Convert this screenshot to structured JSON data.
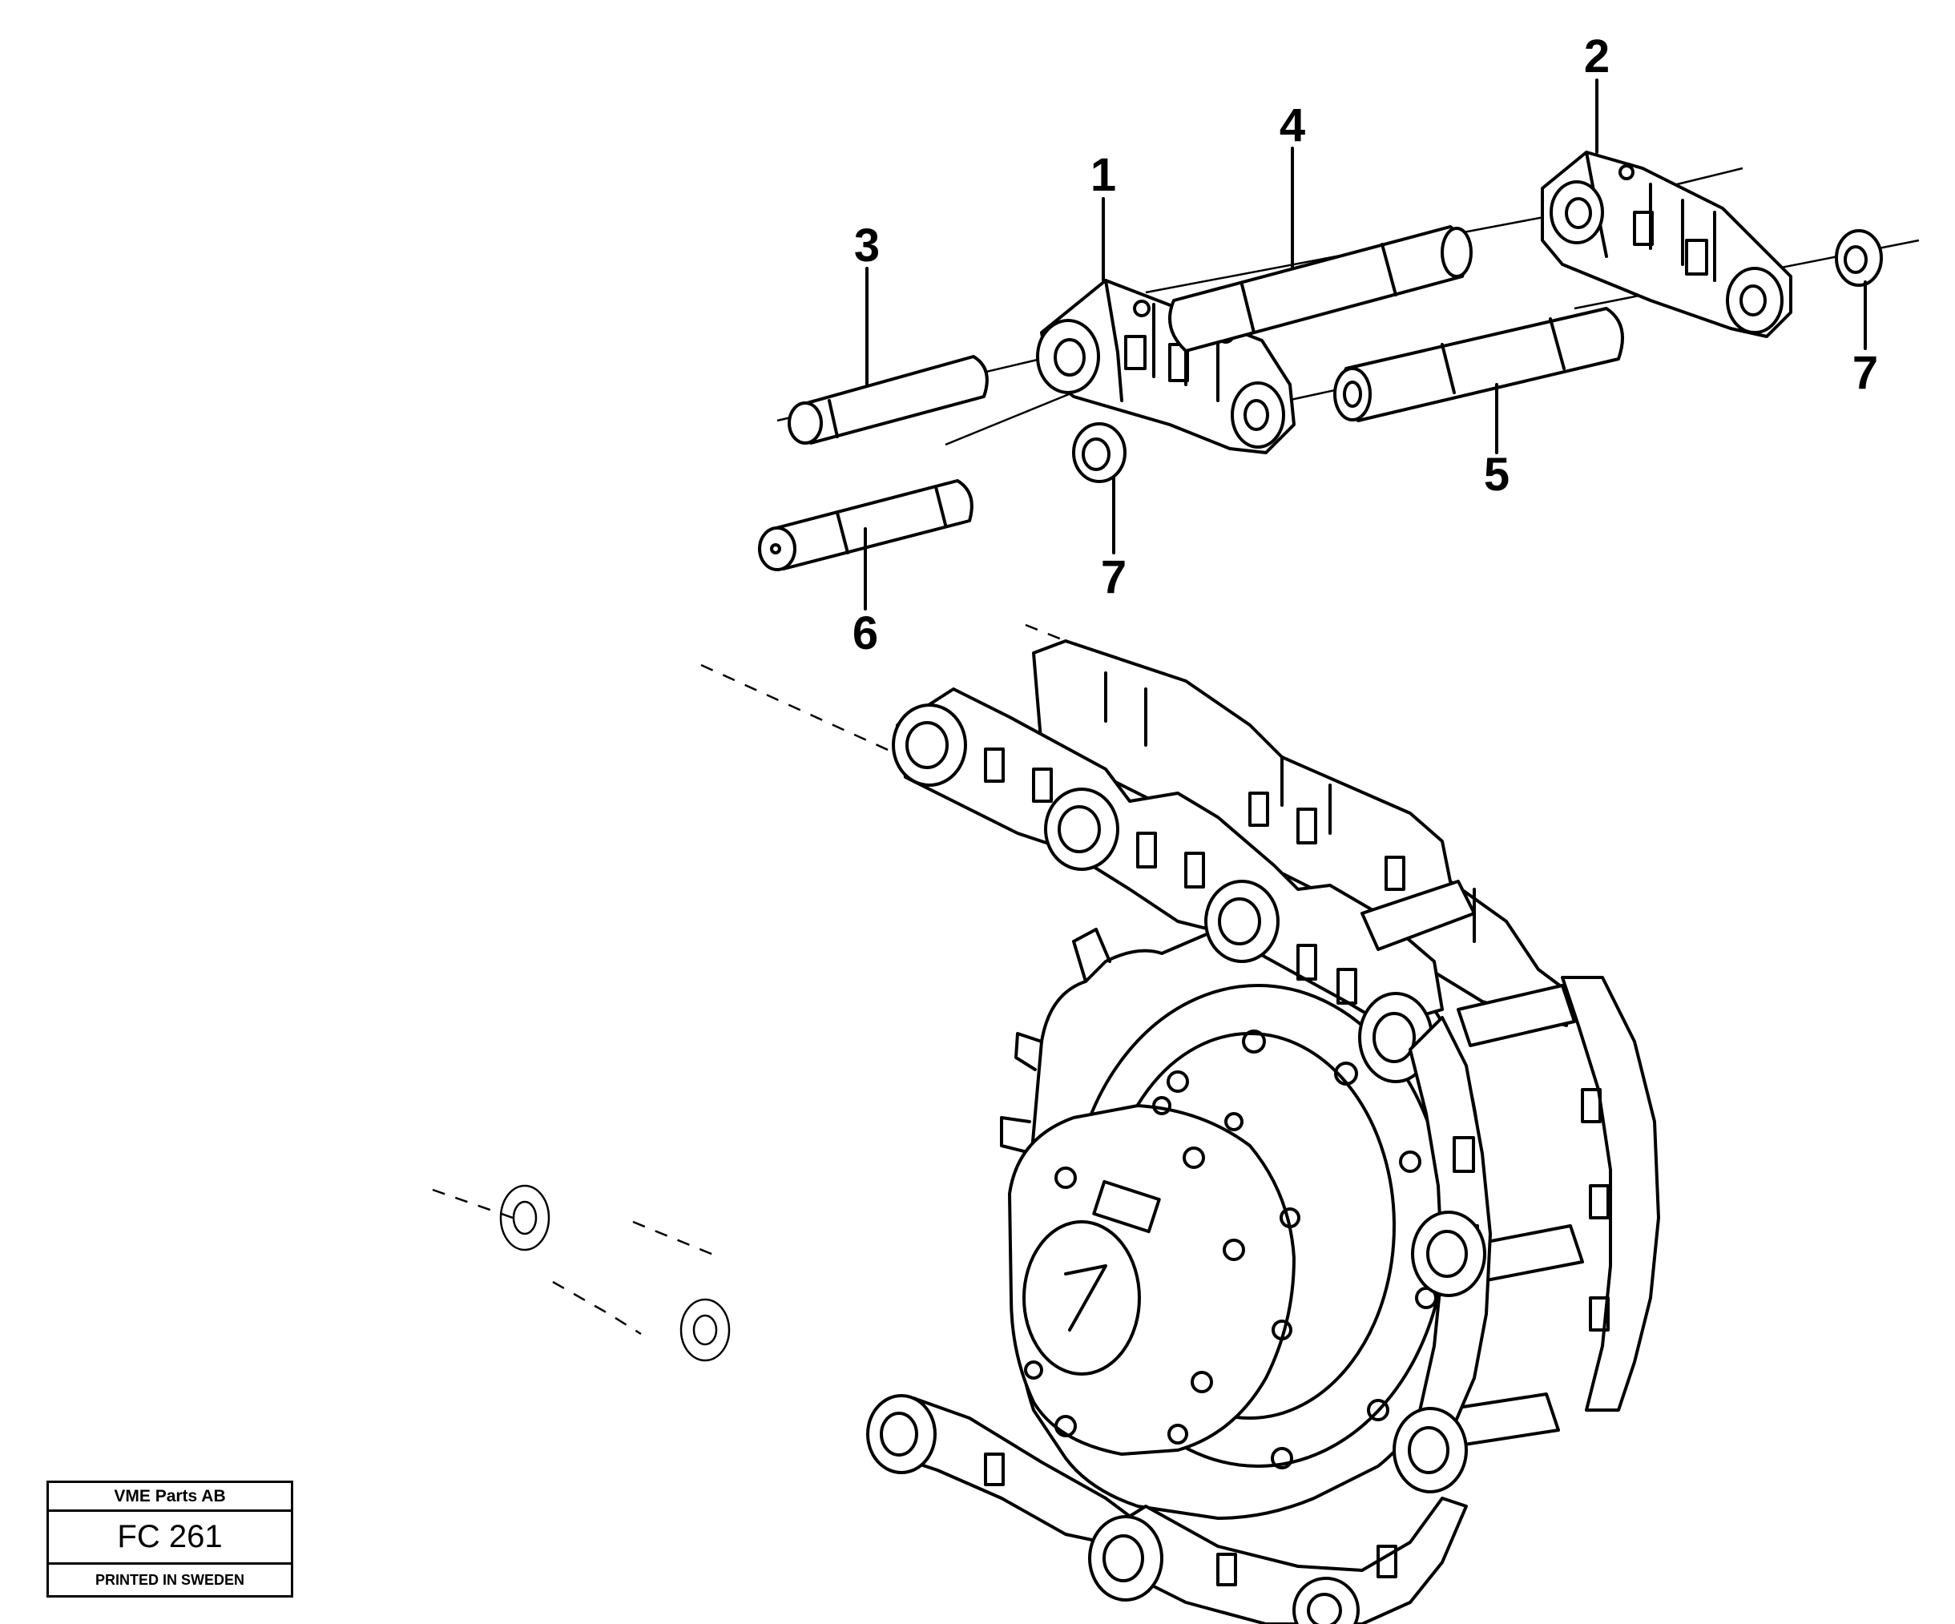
{
  "callouts": [
    "1",
    "2",
    "3",
    "4",
    "5",
    "6",
    "7",
    "7"
  ],
  "title_block": {
    "company": "VME Parts AB",
    "code": "FC 261",
    "printed": "PRINTED IN SWEDEN"
  }
}
